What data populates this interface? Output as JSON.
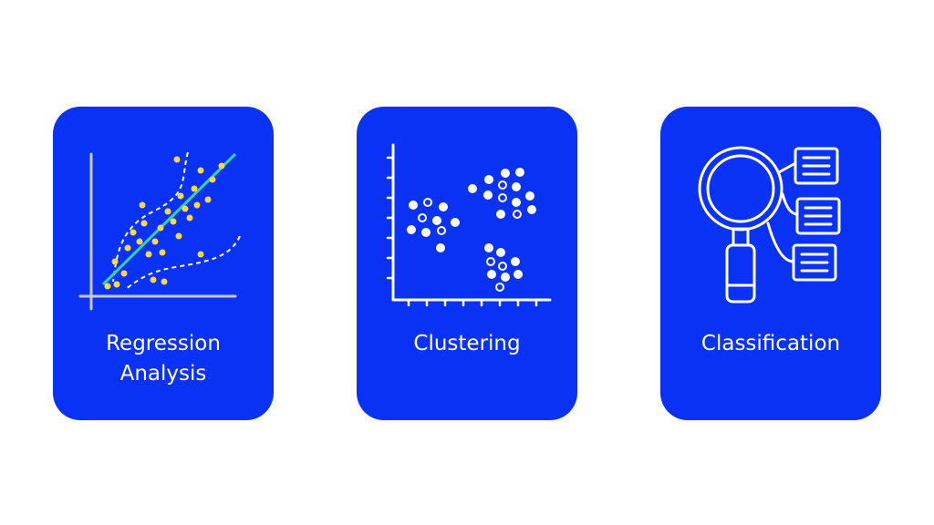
{
  "colors": {
    "background": "#ffffff",
    "card": "#0a32f5",
    "icon_stroke": "#ffffff",
    "regression_points": "#ffd84a",
    "regression_line": "#2fd6b0",
    "axis_gray": "#c8c8d0"
  },
  "cards": [
    {
      "label_lines": [
        "Regression",
        "Analysis"
      ],
      "icon": "scatter-plot-regression-icon"
    },
    {
      "label_lines": [
        "Clustering"
      ],
      "icon": "clustered-scatter-icon"
    },
    {
      "label_lines": [
        "Classification"
      ],
      "icon": "magnifier-with-documents-icon"
    }
  ]
}
